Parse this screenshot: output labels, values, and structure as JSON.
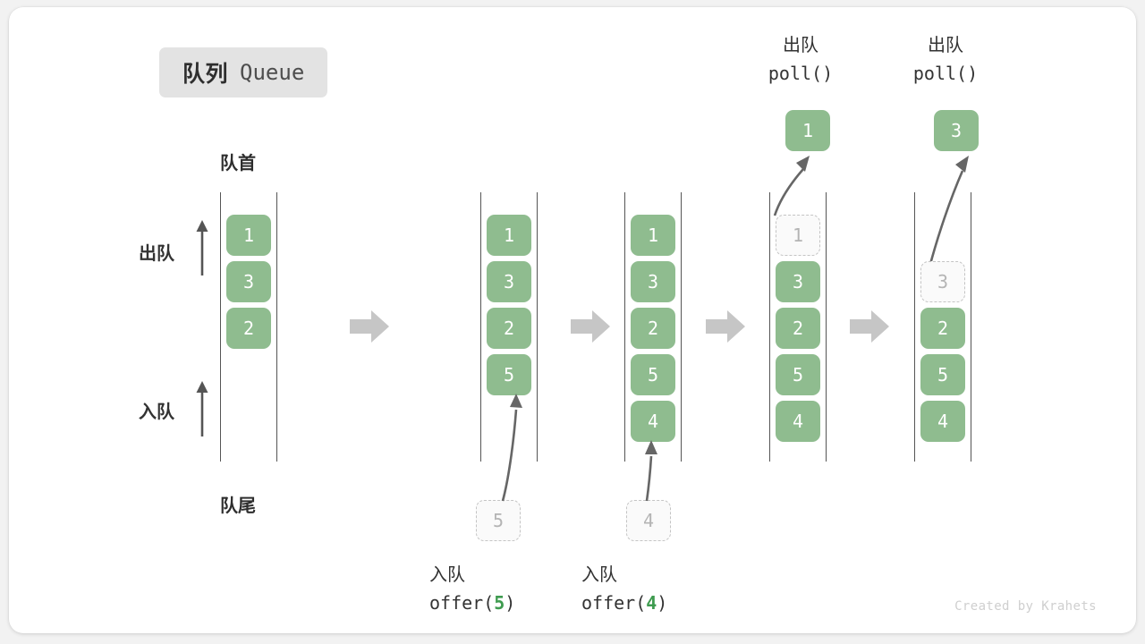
{
  "title": {
    "cn": "队列",
    "en": "Queue"
  },
  "labels": {
    "head": "队首",
    "tail": "队尾",
    "dequeue_side": "出队",
    "enqueue_side": "入队"
  },
  "colors": {
    "cell_fill": "#8fbc8f",
    "cell_text": "#ffffff",
    "ghost_fill": "#fafafa",
    "ghost_border": "#c4c4c4",
    "ghost_text": "#b4b4b4",
    "rail": "#555555",
    "step_arrow": "#c6c6c6",
    "motion_arrow": "#666666",
    "accent_green": "#3e9b4f",
    "badge_bg": "#e3e3e3",
    "canvas_bg": "#f2f2f2",
    "card_bg": "#ffffff"
  },
  "steps": [
    {
      "id": "state-initial",
      "cells": [
        "1",
        "3",
        "2"
      ],
      "ghost_index": null,
      "incoming": null,
      "popped": null,
      "caption": null
    },
    {
      "id": "state-after-offer-5",
      "cells": [
        "1",
        "3",
        "2",
        "5"
      ],
      "ghost_index": null,
      "incoming": "5",
      "popped": null,
      "caption": {
        "cn": "入队",
        "code_prefix": "offer(",
        "arg": "5",
        "code_suffix": ")"
      }
    },
    {
      "id": "state-after-offer-4",
      "cells": [
        "1",
        "3",
        "2",
        "5",
        "4"
      ],
      "ghost_index": null,
      "incoming": "4",
      "popped": null,
      "caption": {
        "cn": "入队",
        "code_prefix": "offer(",
        "arg": "4",
        "code_suffix": ")"
      }
    },
    {
      "id": "state-poll-1",
      "cells": [
        "1",
        "3",
        "2",
        "5",
        "4"
      ],
      "ghost_index": 0,
      "incoming": null,
      "popped": "1",
      "caption": {
        "cn": "出队",
        "code_prefix": "poll(",
        "arg": "",
        "code_suffix": ")"
      }
    },
    {
      "id": "state-poll-3",
      "cells": [
        "",
        "3",
        "2",
        "5",
        "4"
      ],
      "ghost_index": 1,
      "incoming": null,
      "popped": "3",
      "caption": {
        "cn": "出队",
        "code_prefix": "poll(",
        "arg": "",
        "code_suffix": ")"
      }
    }
  ],
  "footer": "Created by Krahets"
}
